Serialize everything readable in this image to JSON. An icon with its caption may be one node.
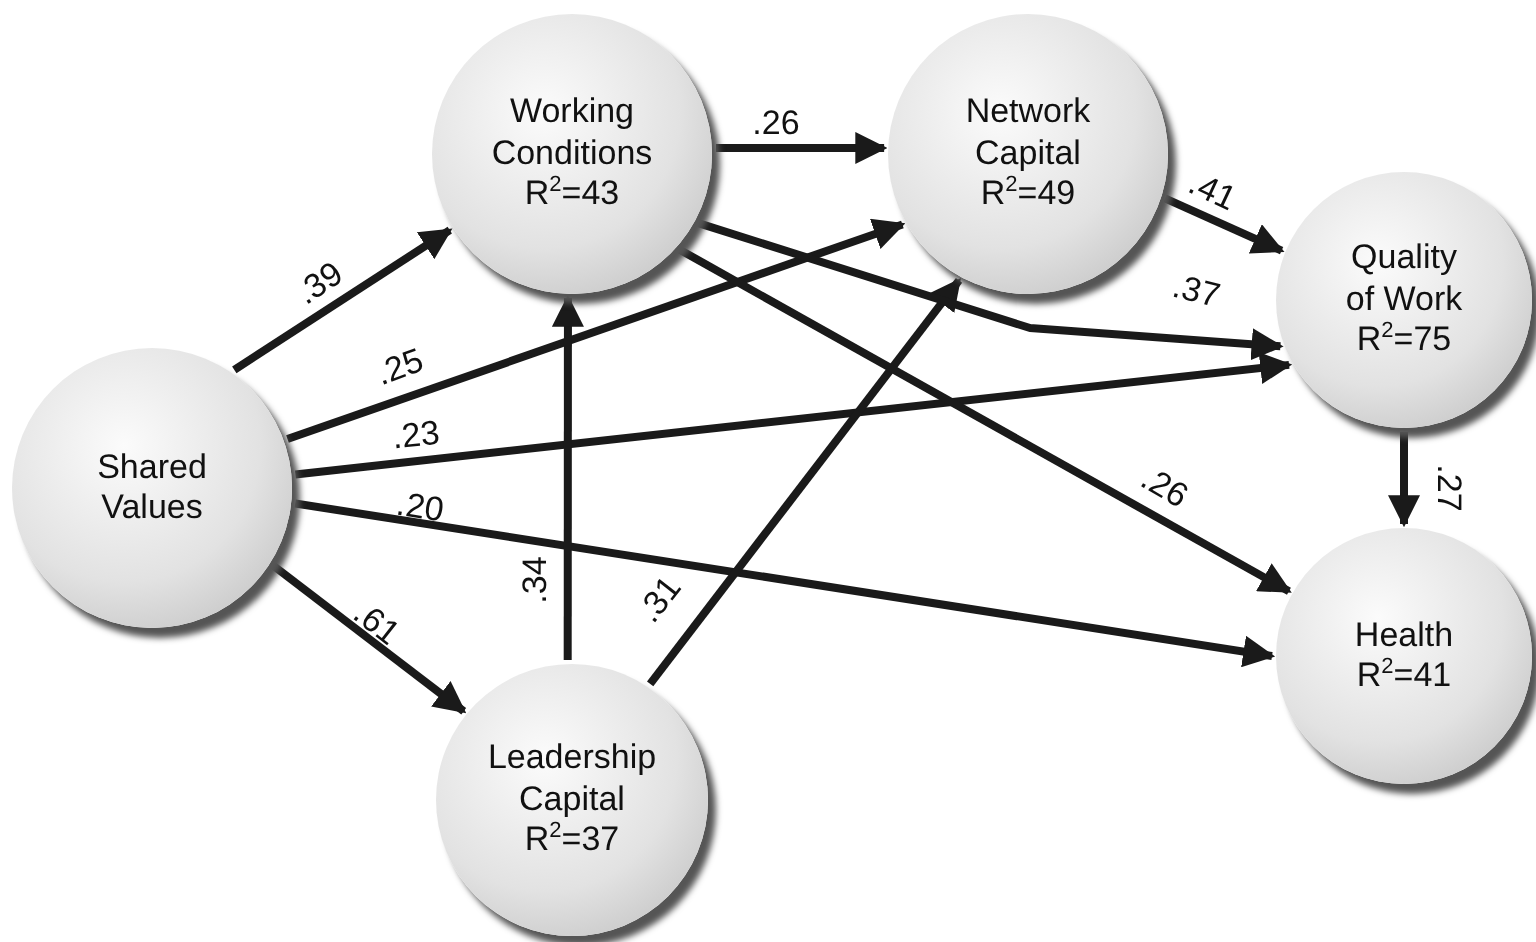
{
  "diagram": {
    "nodes": [
      {
        "text": [
          "Shared Values"
        ]
      },
      {
        "text": [
          "Working Conditions",
          "R$^{2}$=43"
        ]
      },
      {
        "text": [
          "Network Capital",
          "R$^{2}$=49"
        ]
      },
      {
        "text": [
          "Quality of Work",
          "R$^{2}$=75"
        ]
      },
      {
        "text": [
          "Leadership Capital",
          "R$^{2}$=37"
        ]
      },
      {
        "text": [
          "Health",
          "R$^{2}$=41"
        ]
      }
    ],
    "edges": [
      {
        "from": 0,
        "to": 1,
        "arrow": "to",
        "label": ".39"
      },
      {
        "from": 1,
        "to": 2,
        "arrow": "to",
        "label": ".26"
      },
      {
        "from": 0,
        "to": 2,
        "arrow": "to",
        "label": ".25"
      },
      {
        "from": 0,
        "to": 3,
        "arrow": "to",
        "label": ".23"
      },
      {
        "from": 0,
        "to": 5,
        "arrow": "to",
        "label": ".20"
      },
      {
        "from": 0,
        "to": 4,
        "arrow": "to",
        "label": ".61"
      },
      {
        "from": 4,
        "to": 1,
        "arrow": "to",
        "label": ".34"
      },
      {
        "from": 4,
        "to": 2,
        "arrow": "to",
        "label": ".31"
      },
      {
        "from": 2,
        "to": 3,
        "arrow": "to",
        "label": ".41"
      },
      {
        "from": 1,
        "to": 3,
        "arrow": "to",
        "label": ".37"
      },
      {
        "from": 1,
        "to": 5,
        "arrow": "to",
        "label": ".26"
      },
      {
        "from": 3,
        "to": 5,
        "arrow": "to",
        "label": ".27"
      }
    ]
  }
}
